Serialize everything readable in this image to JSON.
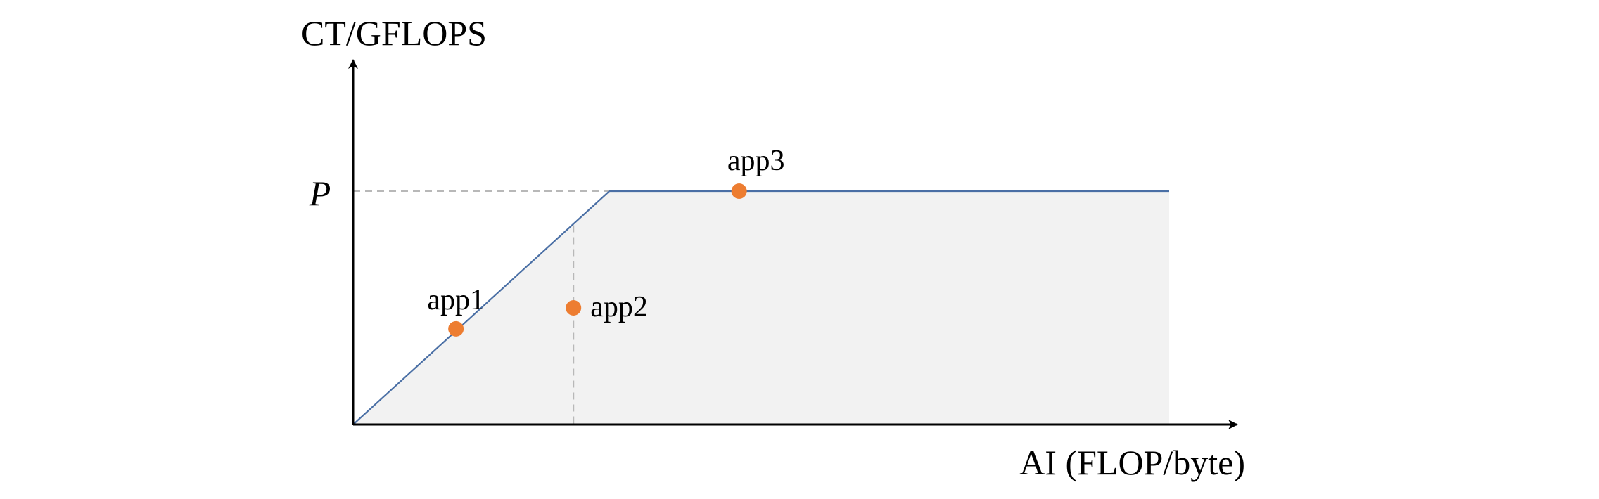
{
  "axes": {
    "y_label": "CT/GFLOPS",
    "x_label": "AI (FLOP/byte)",
    "peak_label": "P"
  },
  "points": [
    {
      "label": "app1",
      "ai": 0.126,
      "ct": 0.41
    },
    {
      "label": "app2",
      "ai": 0.27,
      "ct": 0.5
    },
    {
      "label": "app3",
      "ai": 0.473,
      "ct": 1.0
    }
  ],
  "roofline": {
    "ridge_ai": 0.314,
    "peak_ct": 1.0,
    "max_ai": 1.0
  },
  "colors": {
    "roof_line": "#4a6fa5",
    "region_fill": "#f2f2f2",
    "point": "#ed7d31",
    "axis": "#000000",
    "guide": "#b8b8b8"
  }
}
